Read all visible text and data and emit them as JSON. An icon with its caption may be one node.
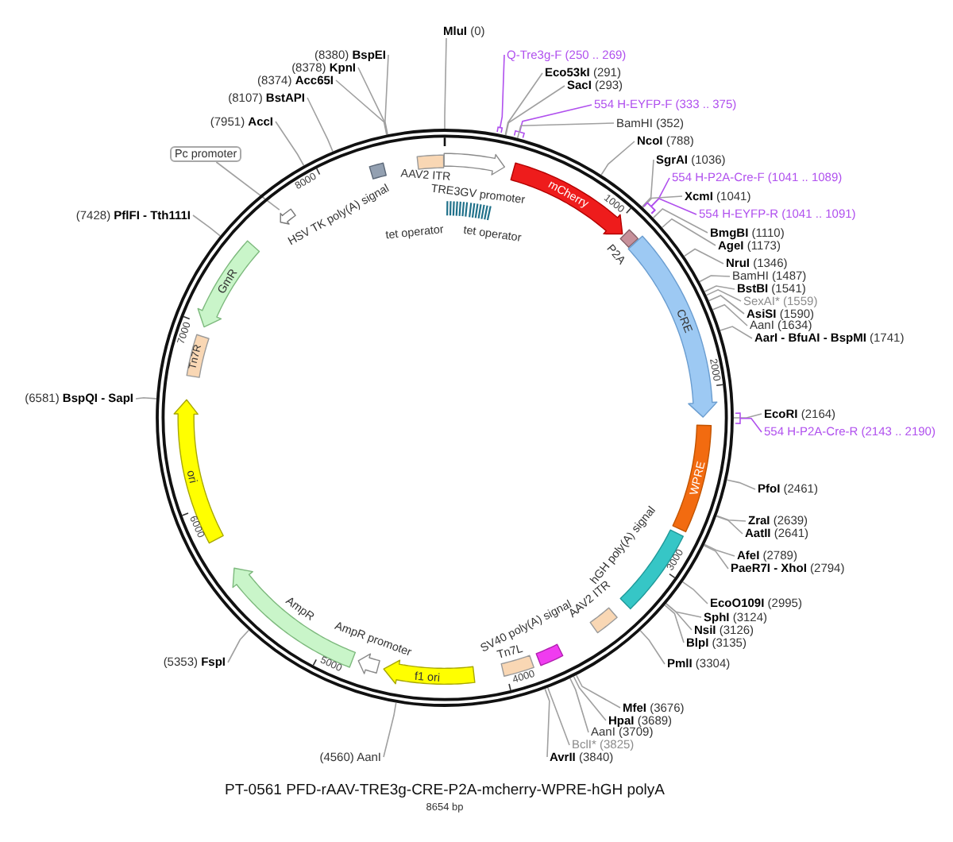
{
  "diagram": {
    "title": "PT-0561 PFD-rAAV-TRE3g-CRE-P2A-mcherry-WPRE-hGH polyA",
    "caption": "8654 bp",
    "nodes": [
      {
        "text": [
          "**MluI** (0)"
        ]
      },
      {
        "text": [
          "Q-Tre3g-F (250 .. 269)"
        ]
      },
      {
        "text": [
          "**Eco53kI** (291)"
        ]
      },
      {
        "text": [
          "**SacI** (293)"
        ]
      },
      {
        "text": [
          "554 H-EYFP-F (333 .. 375)"
        ]
      },
      {
        "text": [
          "BamHI (352)"
        ]
      },
      {
        "text": [
          "**NcoI** (788)"
        ]
      },
      {
        "text": [
          "**SgrAI** (1036)"
        ]
      },
      {
        "text": [
          "554 H-P2A-Cre-F (1041 .. 1089)"
        ]
      },
      {
        "text": [
          "**XcmI** (1041)"
        ]
      },
      {
        "text": [
          "554 H-EYFP-R (1041 .. 1091)"
        ]
      },
      {
        "text": [
          "**BmgBI** (1110)"
        ]
      },
      {
        "text": [
          "**AgeI** (1173)"
        ]
      },
      {
        "text": [
          "**NruI** (1346)"
        ]
      },
      {
        "text": [
          "BamHI (1487)"
        ]
      },
      {
        "text": [
          "**BstBI** (1541)"
        ]
      },
      {
        "text": [
          "SexAI* (1559)"
        ]
      },
      {
        "text": [
          "**AsiSI** (1590)"
        ]
      },
      {
        "text": [
          "AanI (1634)"
        ]
      },
      {
        "text": [
          "**AarI - BfuAI - BspMI** (1741)"
        ]
      },
      {
        "text": [
          "**EcoRI** (2164)"
        ]
      },
      {
        "text": [
          "554 H-P2A-Cre-R (2143 .. 2190)"
        ]
      },
      {
        "text": [
          "**PfoI** (2461)"
        ]
      },
      {
        "text": [
          "**ZraI** (2639)"
        ]
      },
      {
        "text": [
          "**AatII** (2641)"
        ]
      },
      {
        "text": [
          "**AfeI** (2789)"
        ]
      },
      {
        "text": [
          "**PaeR7I - XhoI** (2794)"
        ]
      },
      {
        "text": [
          "**EcoO109I** (2995)"
        ]
      },
      {
        "text": [
          "**SphI** (3124)"
        ]
      },
      {
        "text": [
          "**NsiI** (3126)"
        ]
      },
      {
        "text": [
          "**BlpI** (3135)"
        ]
      },
      {
        "text": [
          "**PmlI** (3304)"
        ]
      },
      {
        "text": [
          "**MfeI** (3676)"
        ]
      },
      {
        "text": [
          "**HpaI** (3689)"
        ]
      },
      {
        "text": [
          "AanI (3709)"
        ]
      },
      {
        "text": [
          "BclI* (3825)"
        ]
      },
      {
        "text": [
          "**AvrII** (3840)"
        ]
      },
      {
        "text": [
          "(4560) AanI"
        ]
      },
      {
        "text": [
          "(5353) **FspI**"
        ]
      },
      {
        "text": [
          "(6581) **BspQI - SapI**"
        ]
      },
      {
        "text": [
          "(7428) **PflFI - Tth111I**"
        ]
      },
      {
        "text": [
          "(7951) **AccI**"
        ]
      },
      {
        "text": [
          "(8107) **BstAPI**"
        ]
      },
      {
        "text": [
          "(8374) **Acc65I**"
        ]
      },
      {
        "text": [
          "(8378) **KpnI**"
        ]
      },
      {
        "text": [
          "(8380) **BspEI**"
        ]
      },
      {
        "text": [],
        "shape": "circle"
      },
      {
        "text": [
          "AAV2 ITR"
        ],
        "in": 46
      },
      {
        "text": [
          "TRE3GV promoter"
        ],
        "in": 46
      },
      {
        "text": [
          "tet operator"
        ],
        "in": 46
      },
      {
        "text": [
          "tet operator"
        ],
        "in": 46
      },
      {
        "text": [
          "mCherry"
        ],
        "in": 46
      },
      {
        "text": [
          "P2A"
        ],
        "in": 46
      },
      {
        "text": [
          "CRE"
        ],
        "in": 46
      },
      {
        "text": [
          "WPRE"
        ],
        "in": 46
      },
      {
        "text": [
          "hGH poly(A) signal"
        ],
        "in": 46
      },
      {
        "text": [
          "AAV2 ITR"
        ],
        "in": 46
      },
      {
        "text": [
          "SV40 poly(A) signal"
        ],
        "in": 46
      },
      {
        "text": [
          "Tn7L"
        ],
        "in": 46
      },
      {
        "text": [
          "f1 ori"
        ],
        "in": 46
      },
      {
        "text": [
          "AmpR promoter"
        ],
        "in": 46
      },
      {
        "text": [
          "AmpR"
        ],
        "in": 46
      },
      {
        "text": [
          "ori"
        ],
        "in": 46
      },
      {
        "text": [
          "Tn7R"
        ],
        "in": 46
      },
      {
        "text": [
          "GmR"
        ],
        "in": 46
      },
      {
        "text": [
          "Pc promoter"
        ]
      },
      {
        "text": [],
        "shape": "arrow",
        "in": 46
      },
      {
        "text": [
          "HSV TK poly(A) signal"
        ],
        "in": 46
      }
    ],
    "edges": [
      {
        "from": 0,
        "to": 46,
        "arrow": "none"
      },
      {
        "from": 1,
        "to": 46,
        "arrow": "none",
        "color": "#b050ee"
      },
      {
        "from": 2,
        "to": 46,
        "arrow": "none"
      },
      {
        "from": 3,
        "to": 46,
        "arrow": "none"
      },
      {
        "from": 4,
        "to": 46,
        "arrow": "none",
        "color": "#b050ee"
      },
      {
        "from": 5,
        "to": 46,
        "arrow": "none"
      },
      {
        "from": 6,
        "to": 46,
        "arrow": "none"
      },
      {
        "from": 7,
        "to": 46,
        "arrow": "none"
      },
      {
        "from": 8,
        "to": 46,
        "arrow": "none",
        "color": "#b050ee"
      },
      {
        "from": 9,
        "to": 46,
        "arrow": "none"
      },
      {
        "from": 10,
        "to": 46,
        "arrow": "none",
        "color": "#b050ee"
      },
      {
        "from": 11,
        "to": 46,
        "arrow": "none"
      },
      {
        "from": 12,
        "to": 46,
        "arrow": "none"
      },
      {
        "from": 13,
        "to": 46,
        "arrow": "none"
      },
      {
        "from": 14,
        "to": 46,
        "arrow": "none"
      },
      {
        "from": 15,
        "to": 46,
        "arrow": "none"
      },
      {
        "from": 16,
        "to": 46,
        "arrow": "none"
      },
      {
        "from": 17,
        "to": 46,
        "arrow": "none"
      },
      {
        "from": 18,
        "to": 46,
        "arrow": "none"
      },
      {
        "from": 19,
        "to": 46,
        "arrow": "none"
      },
      {
        "from": 20,
        "to": 46,
        "arrow": "none"
      },
      {
        "from": 21,
        "to": 46,
        "arrow": "none",
        "color": "#b050ee"
      },
      {
        "from": 22,
        "to": 46,
        "arrow": "none"
      },
      {
        "from": 23,
        "to": 46,
        "arrow": "none"
      },
      {
        "from": 24,
        "to": 46,
        "arrow": "none"
      },
      {
        "from": 25,
        "to": 46,
        "arrow": "none"
      },
      {
        "from": 26,
        "to": 46,
        "arrow": "none"
      },
      {
        "from": 27,
        "to": 46,
        "arrow": "none"
      },
      {
        "from": 28,
        "to": 46,
        "arrow": "none"
      },
      {
        "from": 29,
        "to": 46,
        "arrow": "none"
      },
      {
        "from": 30,
        "to": 46,
        "arrow": "none"
      },
      {
        "from": 31,
        "to": 46,
        "arrow": "none"
      },
      {
        "from": 32,
        "to": 46,
        "arrow": "none"
      },
      {
        "from": 33,
        "to": 46,
        "arrow": "none"
      },
      {
        "from": 34,
        "to": 46,
        "arrow": "none"
      },
      {
        "from": 35,
        "to": 46,
        "arrow": "none"
      },
      {
        "from": 36,
        "to": 46,
        "arrow": "none"
      },
      {
        "from": 37,
        "to": 46,
        "arrow": "none"
      },
      {
        "from": 38,
        "to": 46,
        "arrow": "none"
      },
      {
        "from": 39,
        "to": 46,
        "arrow": "none"
      },
      {
        "from": 40,
        "to": 46,
        "arrow": "none"
      },
      {
        "from": 41,
        "to": 46,
        "arrow": "none"
      },
      {
        "from": 42,
        "to": 46,
        "arrow": "none"
      },
      {
        "from": 43,
        "to": 46,
        "arrow": "none"
      },
      {
        "from": 44,
        "to": 46,
        "arrow": "none"
      },
      {
        "from": 45,
        "to": 46,
        "arrow": "none"
      },
      {
        "from": 65,
        "to": 66,
        "arrow": "none"
      }
    ],
    "labels": [
      "1000",
      "2000",
      "3000",
      "4000",
      "5000",
      "6000",
      "7000",
      "8000"
    ]
  }
}
